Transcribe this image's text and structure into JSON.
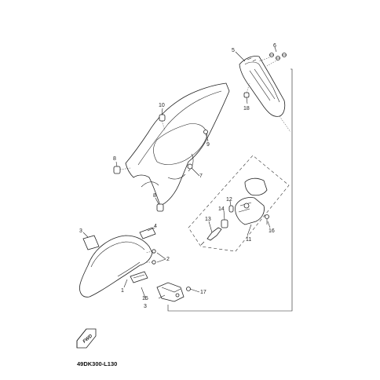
{
  "diagram": {
    "callouts": [
      "1",
      "2",
      "3",
      "4",
      "5",
      "6",
      "7",
      "8",
      "9",
      "10",
      "11",
      "12",
      "13",
      "14",
      "15",
      "16",
      "17",
      "18"
    ],
    "direction_badge": "FWD",
    "diagram_code": "49DK300-L130"
  }
}
